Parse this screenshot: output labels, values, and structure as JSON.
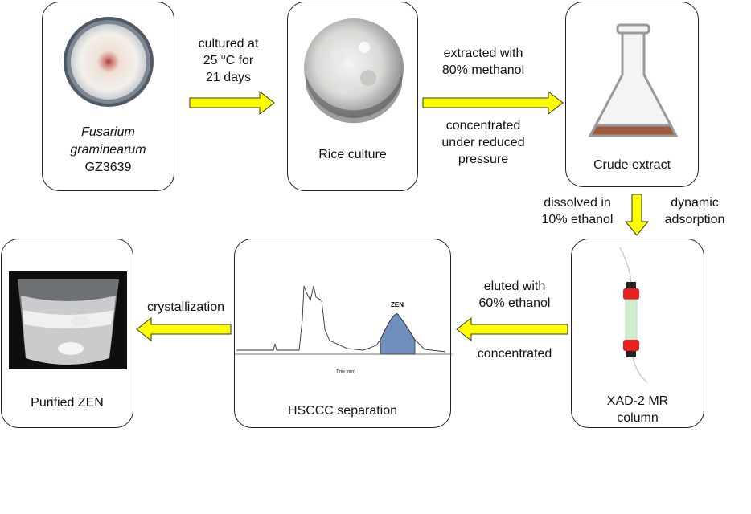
{
  "steps": {
    "fungus": {
      "name_line1": "Fusarium",
      "name_line2": "graminearum",
      "strain": "GZ3639"
    },
    "rice": {
      "caption": "Rice culture"
    },
    "crude": {
      "caption": "Crude extract"
    },
    "column": {
      "line1": "XAD-2 MR",
      "line2": "column"
    },
    "hsccc": {
      "caption": "HSCCC separation"
    },
    "purified": {
      "caption": "Purified ZEN"
    }
  },
  "arrows": {
    "culture": {
      "line1": "cultured at",
      "line2_pre": "25 ",
      "line2_sup": "o",
      "line2_post": "C for",
      "line3": "21 days"
    },
    "extract": {
      "line1": "extracted with",
      "line2": "80% methanol"
    },
    "concentrate": {
      "line1": "concentrated",
      "line2": "under reduced",
      "line3": "pressure"
    },
    "dissolve": {
      "line1": "dissolved in",
      "line2": "10% ethanol"
    },
    "adsorb": {
      "line1": "dynamic",
      "line2": "adsorption"
    },
    "elute": {
      "line1": "eluted with",
      "line2": "60% ethanol"
    },
    "concentrate2": {
      "line1": "concentrated"
    },
    "crystal": {
      "line1": "crystallization"
    }
  },
  "chromatogram": {
    "peak_label": "ZEN",
    "xaxis_label": "Time (min)"
  },
  "colors": {
    "arrow_fill": "#ffff00",
    "crude_extract": "#9c5a3c",
    "zen_peak": "#6f8fbd",
    "column_cap": "#e8201e"
  }
}
